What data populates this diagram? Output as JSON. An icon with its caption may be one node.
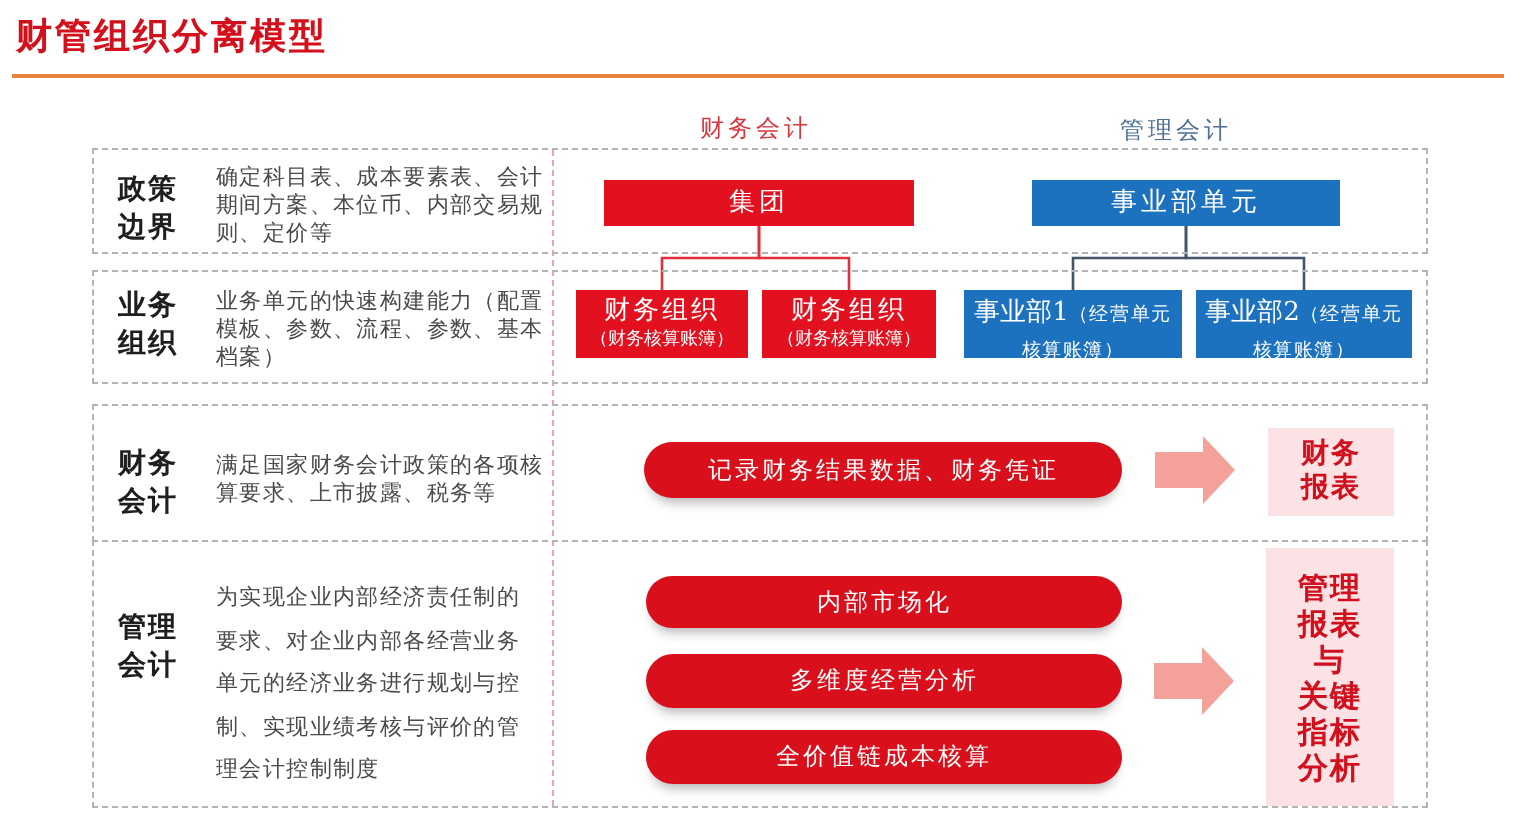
{
  "diagram": {
    "title": "财管组织分离模型",
    "nodes": [
      {
        "text": [
          "政策边界",
          "确定科目表、成本要素表、会计期间方案、本位币、内部交易规则、定价等"
        ]
      },
      {
        "text": [
          "集团"
        ],
        "in": 0
      },
      {
        "text": [
          "事业部单元"
        ],
        "in": 0
      },
      {
        "text": [
          "业务组织",
          "业务单元的快速构建能力（配置模板、参数、流程、参数、基本档案）"
        ]
      },
      {
        "text": [
          "财务组织",
          "（财务核算账簿）"
        ],
        "in": 3
      },
      {
        "text": [
          "财务组织",
          "（财务核算账簿）"
        ],
        "in": 3
      },
      {
        "text": [
          "事业部1",
          "（经营单元核算账簿）"
        ],
        "in": 3
      },
      {
        "text": [
          "事业部2",
          "（经营单元核算账簿）"
        ],
        "in": 3
      },
      {
        "text": [
          "财务会计",
          "满足国家财务会计政策的各项核算要求、上市披露、税务等"
        ]
      },
      {
        "text": [
          "记录财务结果数据、财务凭证"
        ],
        "in": 8
      },
      {
        "text": [
          "财务报表"
        ],
        "in": 8
      },
      {
        "text": [
          "管理会计",
          "为实现企业内部经济责任制的要求、对企业内部各经营业务单元的经济业务进行规划与控制、实现业绩考核与评价的管理会计控制制度"
        ]
      },
      {
        "text": [
          "内部市场化"
        ],
        "in": 11
      },
      {
        "text": [
          "多维度经营分析"
        ],
        "in": 11
      },
      {
        "text": [
          "全价值链成本核算"
        ],
        "in": 11
      },
      {
        "text": [
          "管理报表",
          "与",
          "关键指标分析"
        ],
        "in": 11
      }
    ],
    "edges": [
      {
        "from": 1,
        "to": 4,
        "arrow": "none",
        "color": "#e0303a"
      },
      {
        "from": 1,
        "to": 5,
        "arrow": "none",
        "color": "#e0303a"
      },
      {
        "from": 2,
        "to": 6,
        "arrow": "none",
        "color": "#44546a"
      },
      {
        "from": 2,
        "to": 7,
        "arrow": "none",
        "color": "#44546a"
      },
      {
        "from": 9,
        "to": 10,
        "arrow": "to",
        "style": "thick",
        "color": "#f4a19a"
      },
      {
        "from": 13,
        "to": 15,
        "arrow": "to",
        "style": "thick",
        "color": "#f4a19a"
      }
    ],
    "labels": [
      "财务会计",
      "管理会计"
    ]
  }
}
